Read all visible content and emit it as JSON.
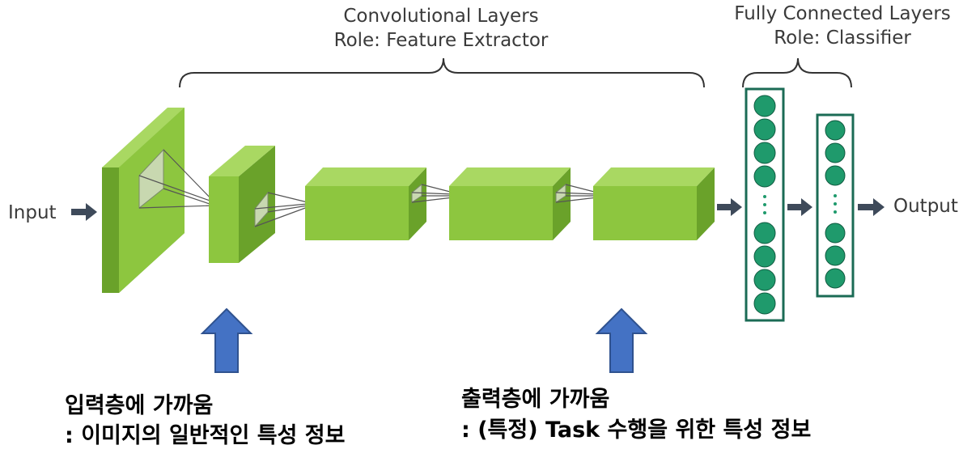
{
  "header": {
    "conv_line1": "Convolutional Layers",
    "conv_line2": "Role: Feature Extractor",
    "fc_line1": "Fully Connected Layers",
    "fc_line2": "Role: Classifier"
  },
  "labels": {
    "input": "Input",
    "output": "Output"
  },
  "notes": {
    "left_line1": "입력층에 가까움",
    "left_line2": ": 이미지의 일반적인 특성 정보",
    "right_line1": "출력층에 가까움",
    "right_line2": ": (특정) Task 수행을 위한 특성 정보"
  },
  "colors": {
    "block_front": "#8dc63f",
    "block_side": "#6aa22a",
    "block_top": "#a9d862",
    "neuron": "#1f9a6c",
    "fc_border": "#1b6b55",
    "arrow": "#3e4a5a",
    "blue_arrow": "#4472c4"
  }
}
